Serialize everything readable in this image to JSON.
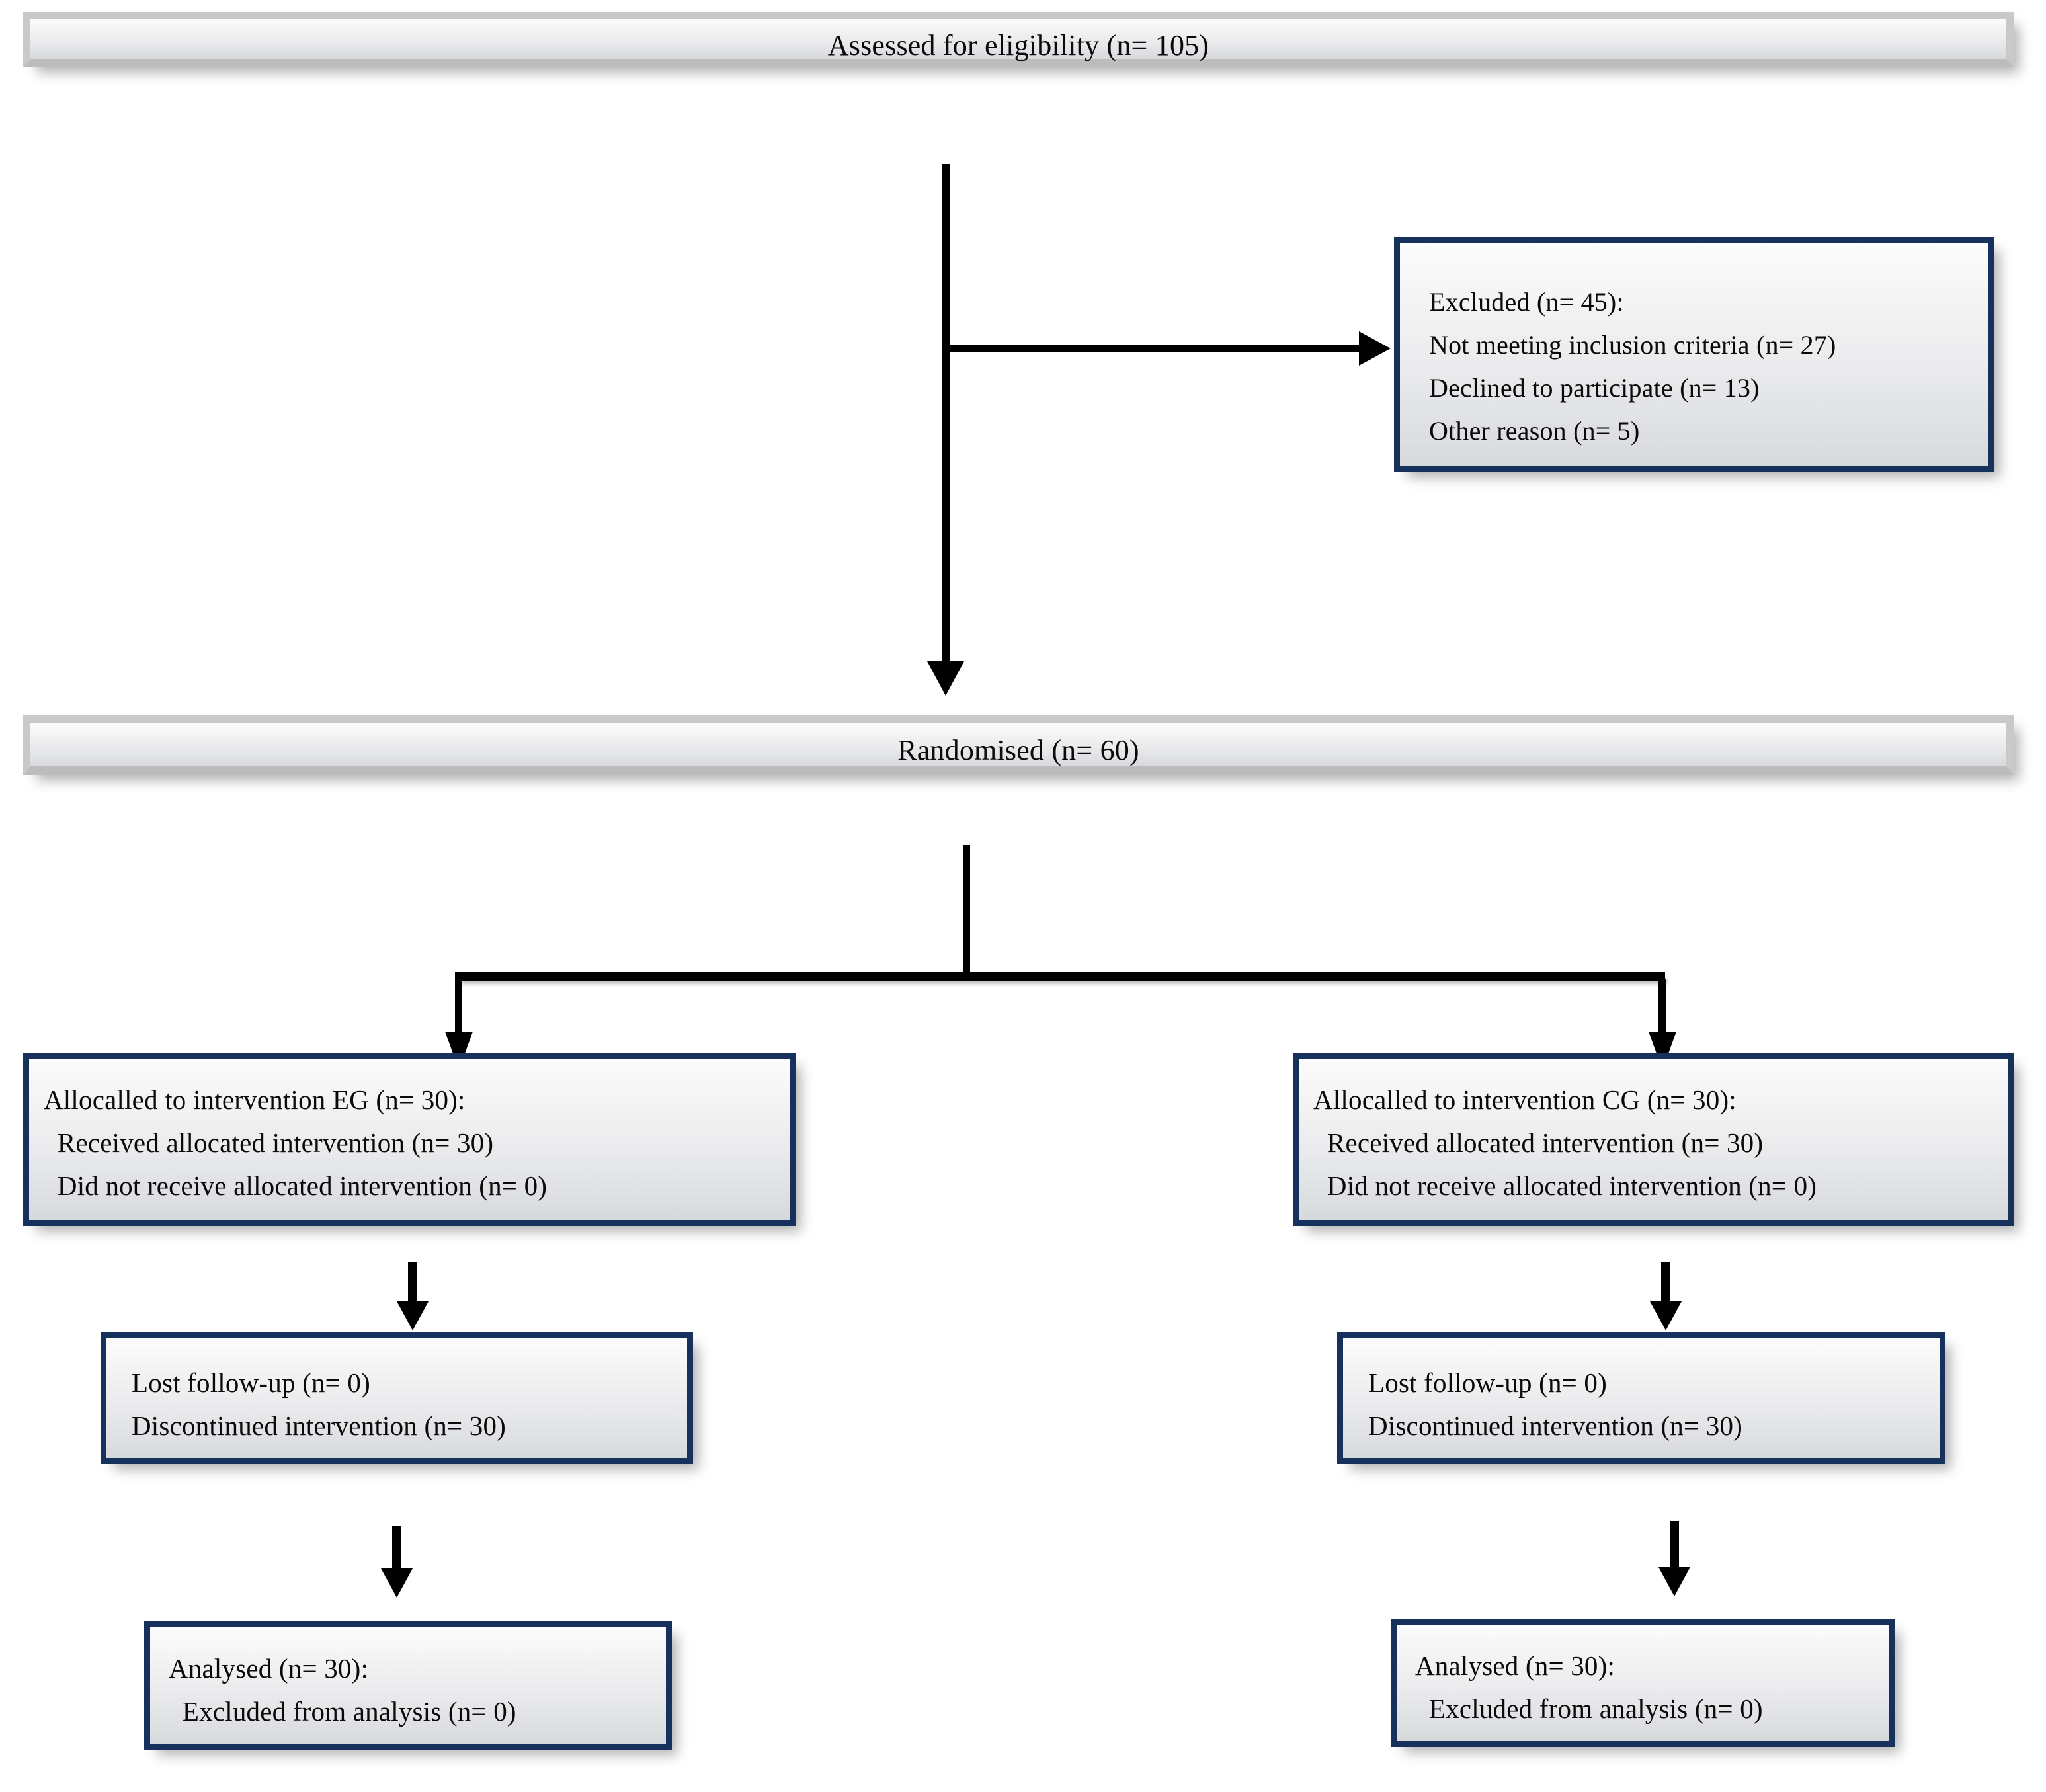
{
  "diagram": {
    "type": "consort-flow-diagram",
    "title": "CONSORT participant flow diagram",
    "colors": {
      "box_border_navy": "#15315c",
      "box_border_gray": "#c9c9c9",
      "box_fill_top": "#fcfcfc",
      "box_fill_bottom": "#d6d8db",
      "connector": "#000000",
      "text": "#0a0a0a",
      "background": "#ffffff"
    }
  },
  "nodes": {
    "enrollment": {
      "id": "assessed",
      "label": "Assessed for eligibility (n= 105)",
      "n": 105
    },
    "excluded": {
      "id": "excluded",
      "lines": [
        "Excluded (n= 45):",
        "  Not meeting inclusion criteria (n= 27)",
        "  Declined to participate (n= 13)",
        "  Other reason (n= 5)"
      ],
      "header": "Excluded (n= 45):",
      "reason_1": "Not meeting inclusion criteria (n= 27)",
      "reason_2": "Declined to participate (n= 13)",
      "reason_3": "Other reason (n= 5)",
      "n": 45,
      "n_not_meeting_criteria": 27,
      "n_declined": 13,
      "n_other": 5
    },
    "randomised": {
      "id": "randomised",
      "label": "Randomised (n= 60)",
      "n": 60
    },
    "allocation_eg": {
      "id": "allocation-eg",
      "line_1": "Allocalled to intervention EG (n= 30):",
      "line_2": "  Received allocated intervention (n= 30)",
      "line_3": "  Did not receive allocated intervention (n= 0)",
      "n": 30,
      "n_received": 30,
      "n_not_received": 0,
      "group": "EG"
    },
    "allocation_cg": {
      "id": "allocation-cg",
      "line_1": "Allocalled to intervention CG (n= 30):",
      "line_2": "  Received allocated intervention (n= 30)",
      "line_3": "  Did not receive allocated intervention (n= 0)",
      "n": 30,
      "n_received": 30,
      "n_not_received": 0,
      "group": "CG"
    },
    "followup_eg": {
      "id": "followup-eg",
      "line_1": "Lost follow-up (n= 0)",
      "line_2": "Discontinued intervention (n= 30)",
      "n_lost": 0,
      "n_discontinued": 30
    },
    "followup_cg": {
      "id": "followup-cg",
      "line_1": "Lost follow-up (n= 0)",
      "line_2": "Discontinued intervention (n= 30)",
      "n_lost": 0,
      "n_discontinued": 30
    },
    "analysis_eg": {
      "id": "analysis-eg",
      "line_1": "Analysed (n= 30):",
      "line_2": "  Excluded from analysis (n= 0)",
      "n": 30,
      "n_excluded": 0
    },
    "analysis_cg": {
      "id": "analysis-cg",
      "line_1": "Analysed (n= 30):",
      "line_2": "  Excluded from analysis (n= 0)",
      "n": 30,
      "n_excluded": 0
    }
  },
  "edges": [
    {
      "from": "assessed",
      "to": "excluded",
      "direction": "right"
    },
    {
      "from": "assessed",
      "to": "randomised",
      "direction": "down"
    },
    {
      "from": "randomised",
      "to": "allocation-eg",
      "direction": "down-left"
    },
    {
      "from": "randomised",
      "to": "allocation-cg",
      "direction": "down-right"
    },
    {
      "from": "allocation-eg",
      "to": "followup-eg",
      "direction": "down"
    },
    {
      "from": "allocation-cg",
      "to": "followup-cg",
      "direction": "down"
    },
    {
      "from": "followup-eg",
      "to": "analysis-eg",
      "direction": "down"
    },
    {
      "from": "followup-cg",
      "to": "analysis-cg",
      "direction": "down"
    }
  ]
}
